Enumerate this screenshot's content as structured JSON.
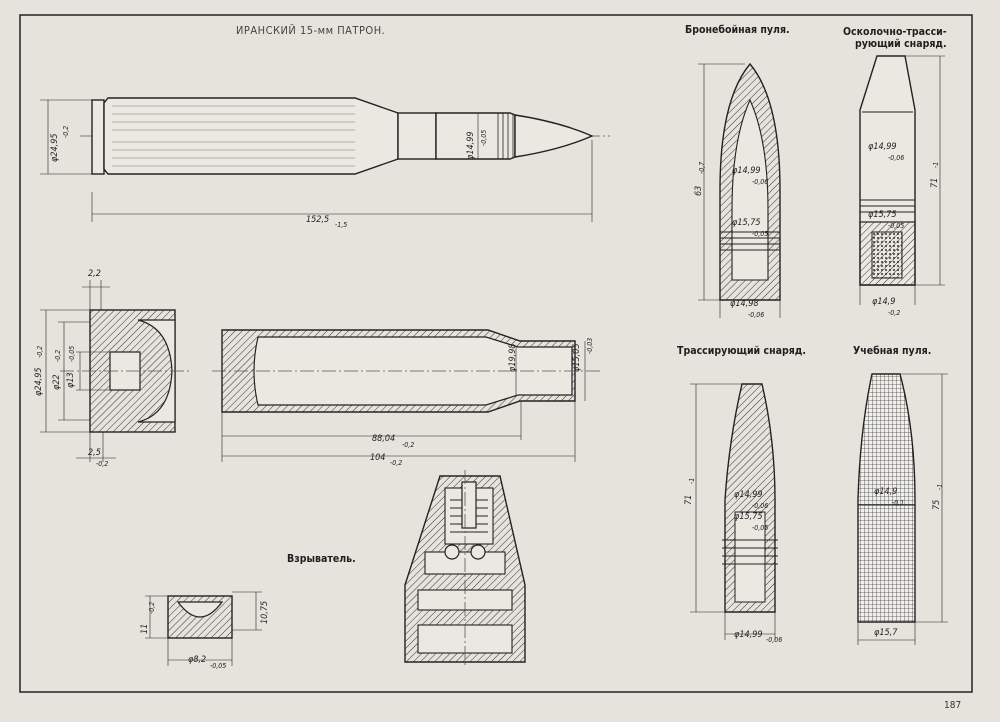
{
  "title": "ИРАНСКИЙ 15-мм ПАТРОН.",
  "page_number": "187",
  "headings": {
    "armor_piercing": "Бронебойная пуля.",
    "frag_tracer_line1": "Осколочно-трасси-",
    "frag_tracer_line2": "рующий снаряд.",
    "tracer": "Трассирующий снаряд.",
    "training": "Учебная пуля.",
    "fuze": "Взрыватель."
  },
  "dims": {
    "cartridge_length": "152,5",
    "cartridge_length_tol": "-1,5",
    "rim_diameter": "φ24,95",
    "rim_diameter_tol": "-0,2",
    "neck_diameter": "φ14,99",
    "neck_diameter_tol": "-0,05",
    "base_rim_width": "2,2",
    "base_diameter": "φ24,95",
    "base_diameter_tol": "-0,2",
    "base_inner_diameter": "φ22",
    "base_inner_diameter_tol": "-0,2",
    "base_primer_diameter": "φ13",
    "base_primer_diameter_tol": "-0,05",
    "base_extractor": "2,5",
    "base_extractor_tol": "-0,2",
    "case_body_diameter": "φ19,98",
    "case_mouth_diameter": "φ15,05",
    "case_mouth_diameter_tol": "-0,03",
    "case_length_inner": "88,04",
    "case_length_inner_tol": "-0,2",
    "case_length": "104",
    "case_length_tol": "-0,2",
    "ap_length": "63",
    "ap_length_tol": "-0,7",
    "ap_d1": "φ14,99",
    "ap_d1_tol": "-0,06",
    "ap_d2": "φ15,75",
    "ap_d2_tol": "-0,05",
    "ap_d3": "φ14,98",
    "ap_d3_tol": "-0,06",
    "ft_length": "71",
    "ft_length_tol": "-1",
    "ft_d1": "φ14,99",
    "ft_d1_tol": "-0,06",
    "ft_d2": "φ15,75",
    "ft_d2_tol": "-0,05",
    "ft_d3": "φ14,9",
    "ft_d3_tol": "-0,2",
    "tr_length": "71",
    "tr_length_tol": "-1",
    "tr_d1": "φ14,99",
    "tr_d1_tol": "-0,06",
    "tr_d2": "φ15,75",
    "tr_d2_tol": "-0,05",
    "tr_d3": "φ14,99",
    "tr_d3_tol": "-0,06",
    "trn_length": "75",
    "trn_length_tol": "-1",
    "trn_d1": "φ14,9",
    "trn_d1_tol": "-0,1",
    "trn_d2": "φ15,7",
    "fz_height": "11",
    "fz_height_tol": "-0,2",
    "fz_inner": "10,75",
    "fz_diameter": "φ8,2",
    "fz_diameter_tol": "-0,05"
  }
}
